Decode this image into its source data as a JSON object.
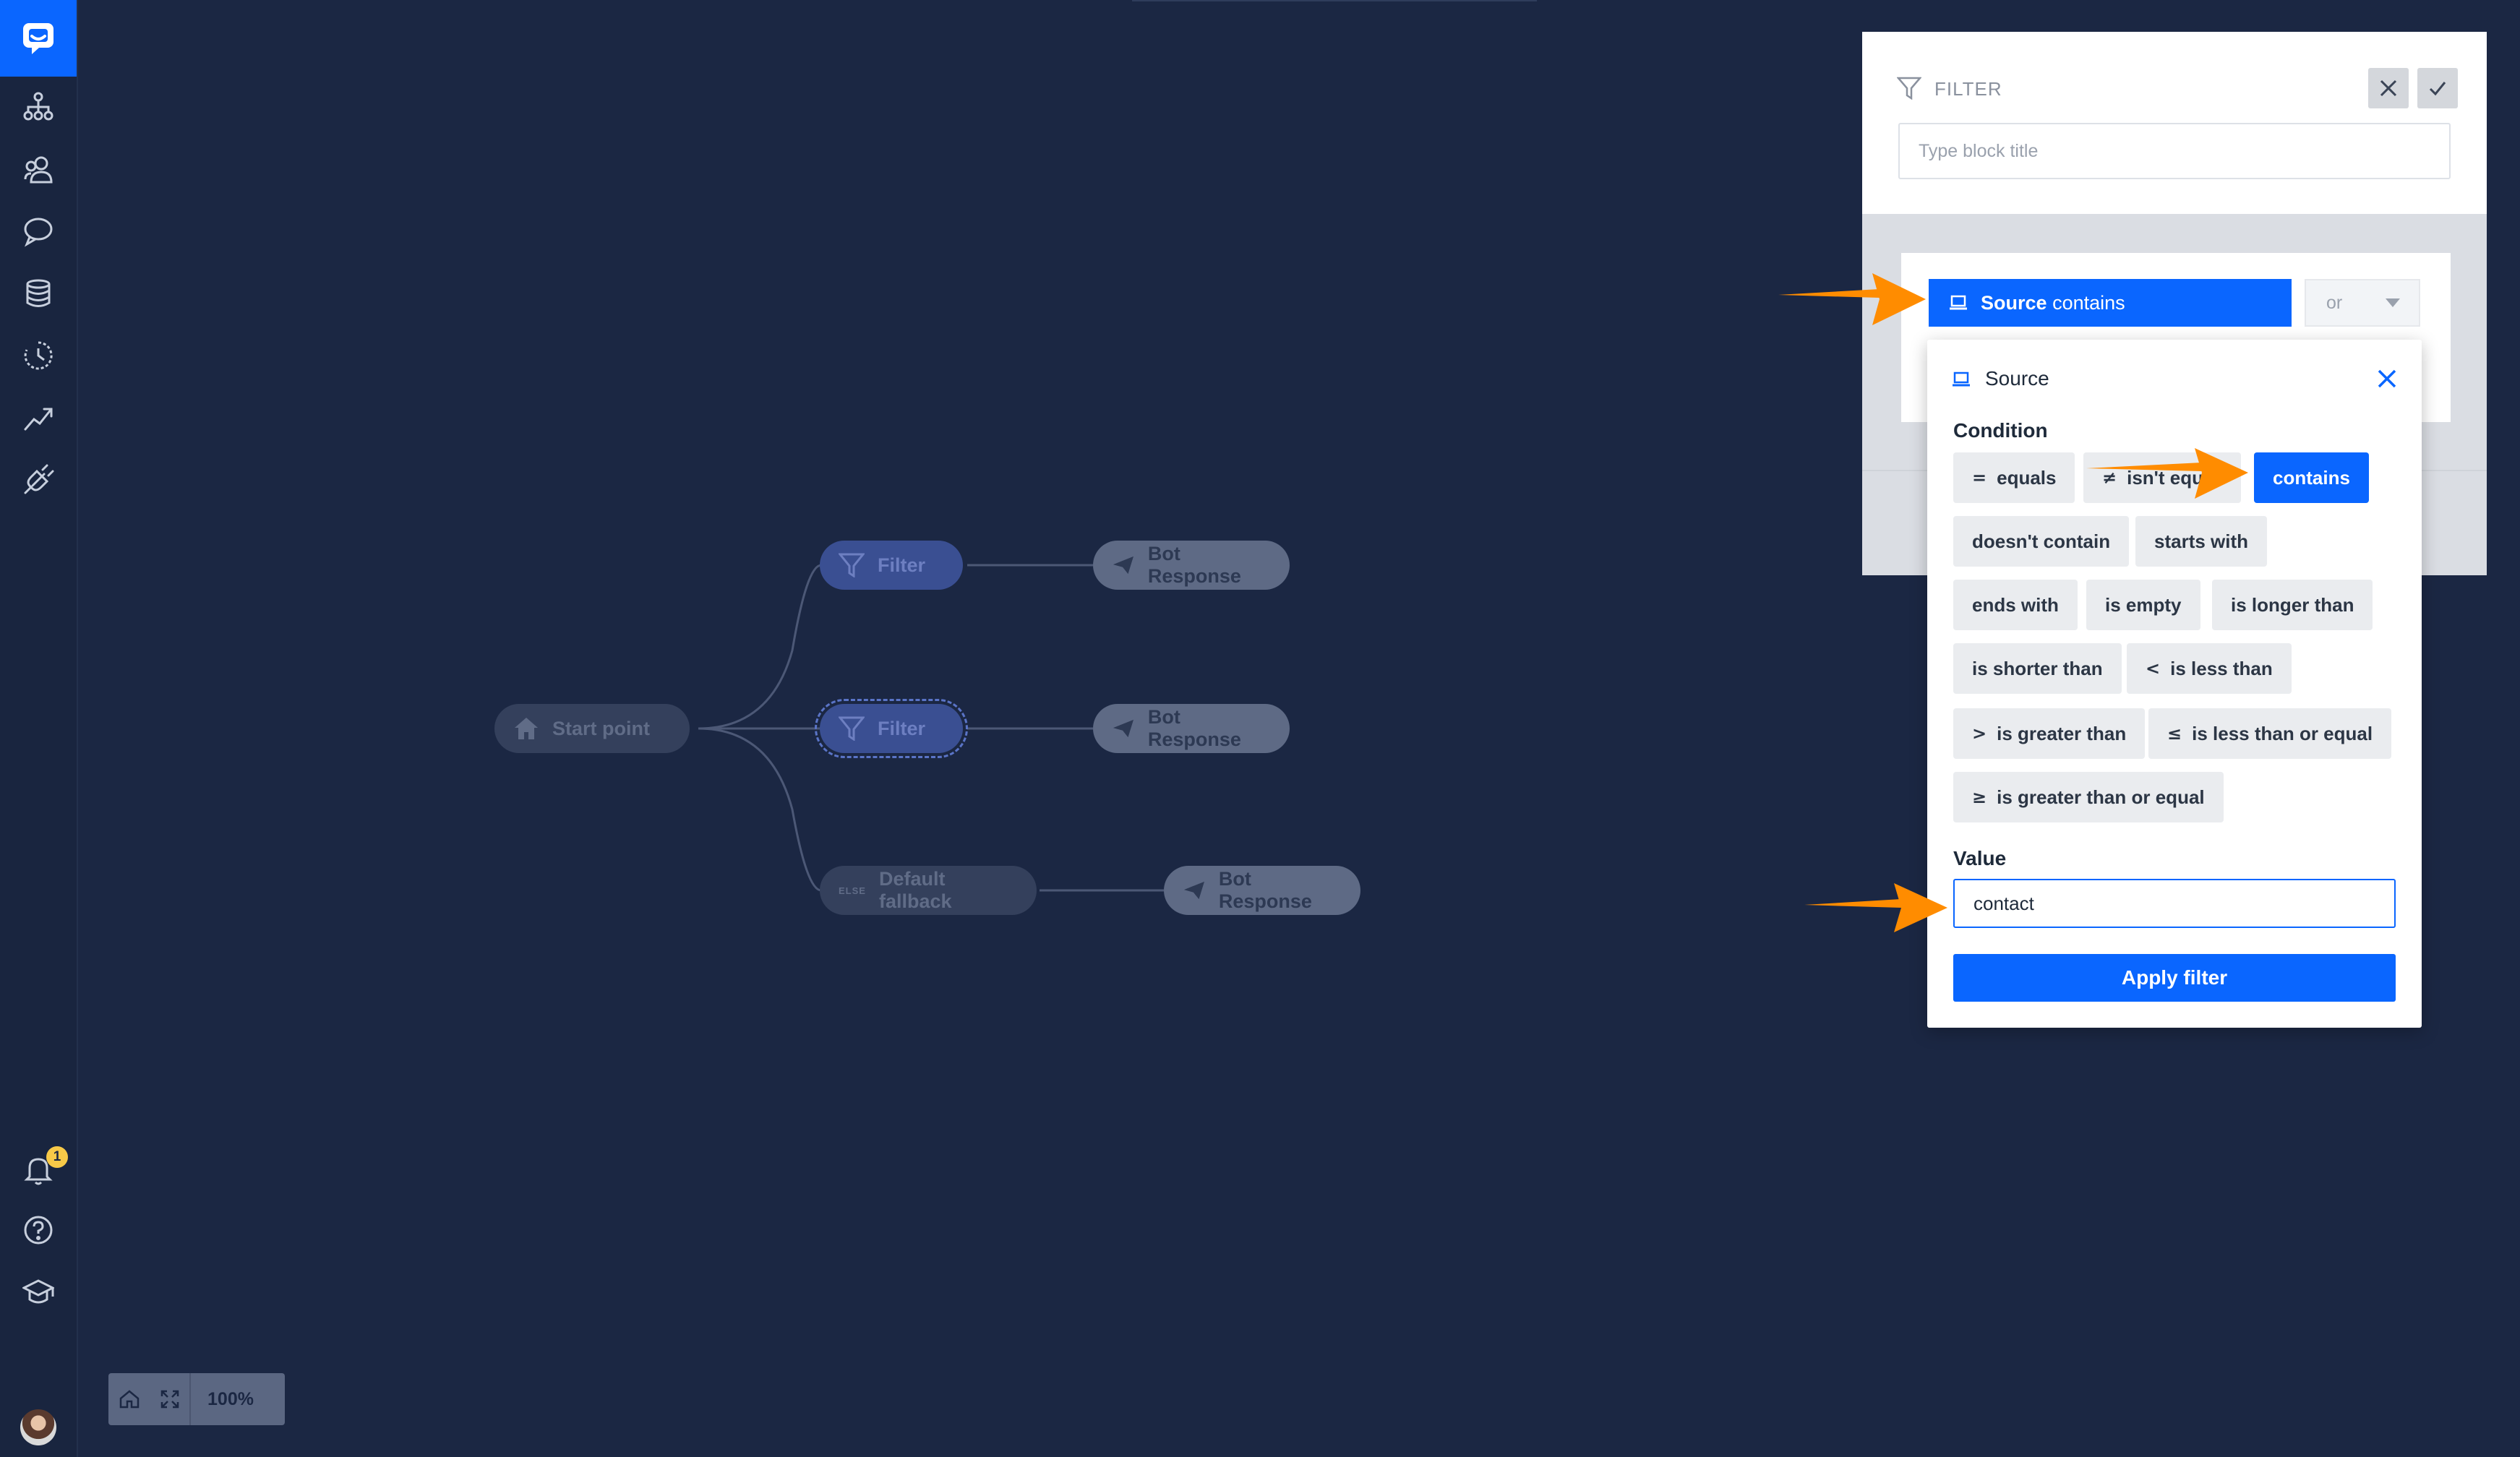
{
  "sidebar": {
    "items": [
      {
        "name": "chatbots-icon"
      },
      {
        "name": "audience-icon"
      },
      {
        "name": "chats-icon"
      },
      {
        "name": "data-icon"
      },
      {
        "name": "history-icon"
      },
      {
        "name": "reports-icon"
      },
      {
        "name": "integrations-icon"
      }
    ],
    "notifications_count": "1"
  },
  "canvas": {
    "start_point": "Start point",
    "filter_1": "Filter",
    "filter_2": "Filter",
    "fallback_tag": "ELSE",
    "fallback": "Default fallback",
    "bot_response_1": "Bot Response",
    "bot_response_2": "Bot Response",
    "bot_response_3": "Bot Response",
    "zoom": "100%"
  },
  "panel": {
    "title": "FILTER",
    "title_placeholder": "Type block title",
    "source_chip_field": "Source",
    "source_chip_condition": "contains",
    "or_select": "or"
  },
  "popover": {
    "title": "Source",
    "condition_label": "Condition",
    "options": [
      {
        "sym": "=",
        "label": "equals"
      },
      {
        "sym": "≠",
        "label": "isn't equal"
      },
      {
        "label": "contains"
      },
      {
        "label": "doesn't contain"
      },
      {
        "label": "starts with"
      },
      {
        "label": "ends with"
      },
      {
        "label": "is empty"
      },
      {
        "label": "is longer than"
      },
      {
        "label": "is shorter than"
      },
      {
        "sym": "<",
        "label": "is less than"
      },
      {
        "sym": ">",
        "label": "is greater than"
      },
      {
        "sym": "≤",
        "label": "is less than or equal"
      },
      {
        "sym": "≥",
        "label": "is greater than or equal"
      }
    ],
    "selected": "contains",
    "value_label": "Value",
    "value": "contact",
    "apply_label": "Apply filter"
  },
  "colors": {
    "accent": "#0a66ff",
    "background": "#1b2743",
    "annotation_arrow": "#ff8c00"
  }
}
